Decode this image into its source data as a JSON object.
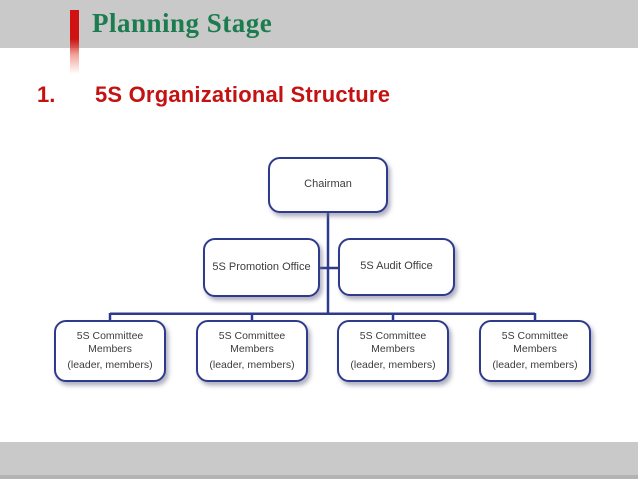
{
  "slide_title": "Planning Stage",
  "heading": {
    "number": "1.",
    "text": "5S Organizational Structure"
  },
  "org_chart": {
    "chairman": {
      "label": "Chairman"
    },
    "offices": [
      {
        "label": "5S Promotion Office"
      },
      {
        "label": "5S Audit Office"
      }
    ],
    "committees": [
      {
        "label": "5S Committee Members",
        "sublabel": "(leader, members)"
      },
      {
        "label": "5S Committee Members",
        "sublabel": "(leader, members)"
      },
      {
        "label": "5S Committee Members",
        "sublabel": "(leader, members)"
      },
      {
        "label": "5S Committee Members",
        "sublabel": "(leader, members)"
      }
    ]
  },
  "colors": {
    "node_border": "#2e3a8c",
    "title_green": "#1b7c4f",
    "heading_red": "#c41212",
    "bar_gray": "#c9c9c9",
    "stripe_red": "#d01212"
  }
}
